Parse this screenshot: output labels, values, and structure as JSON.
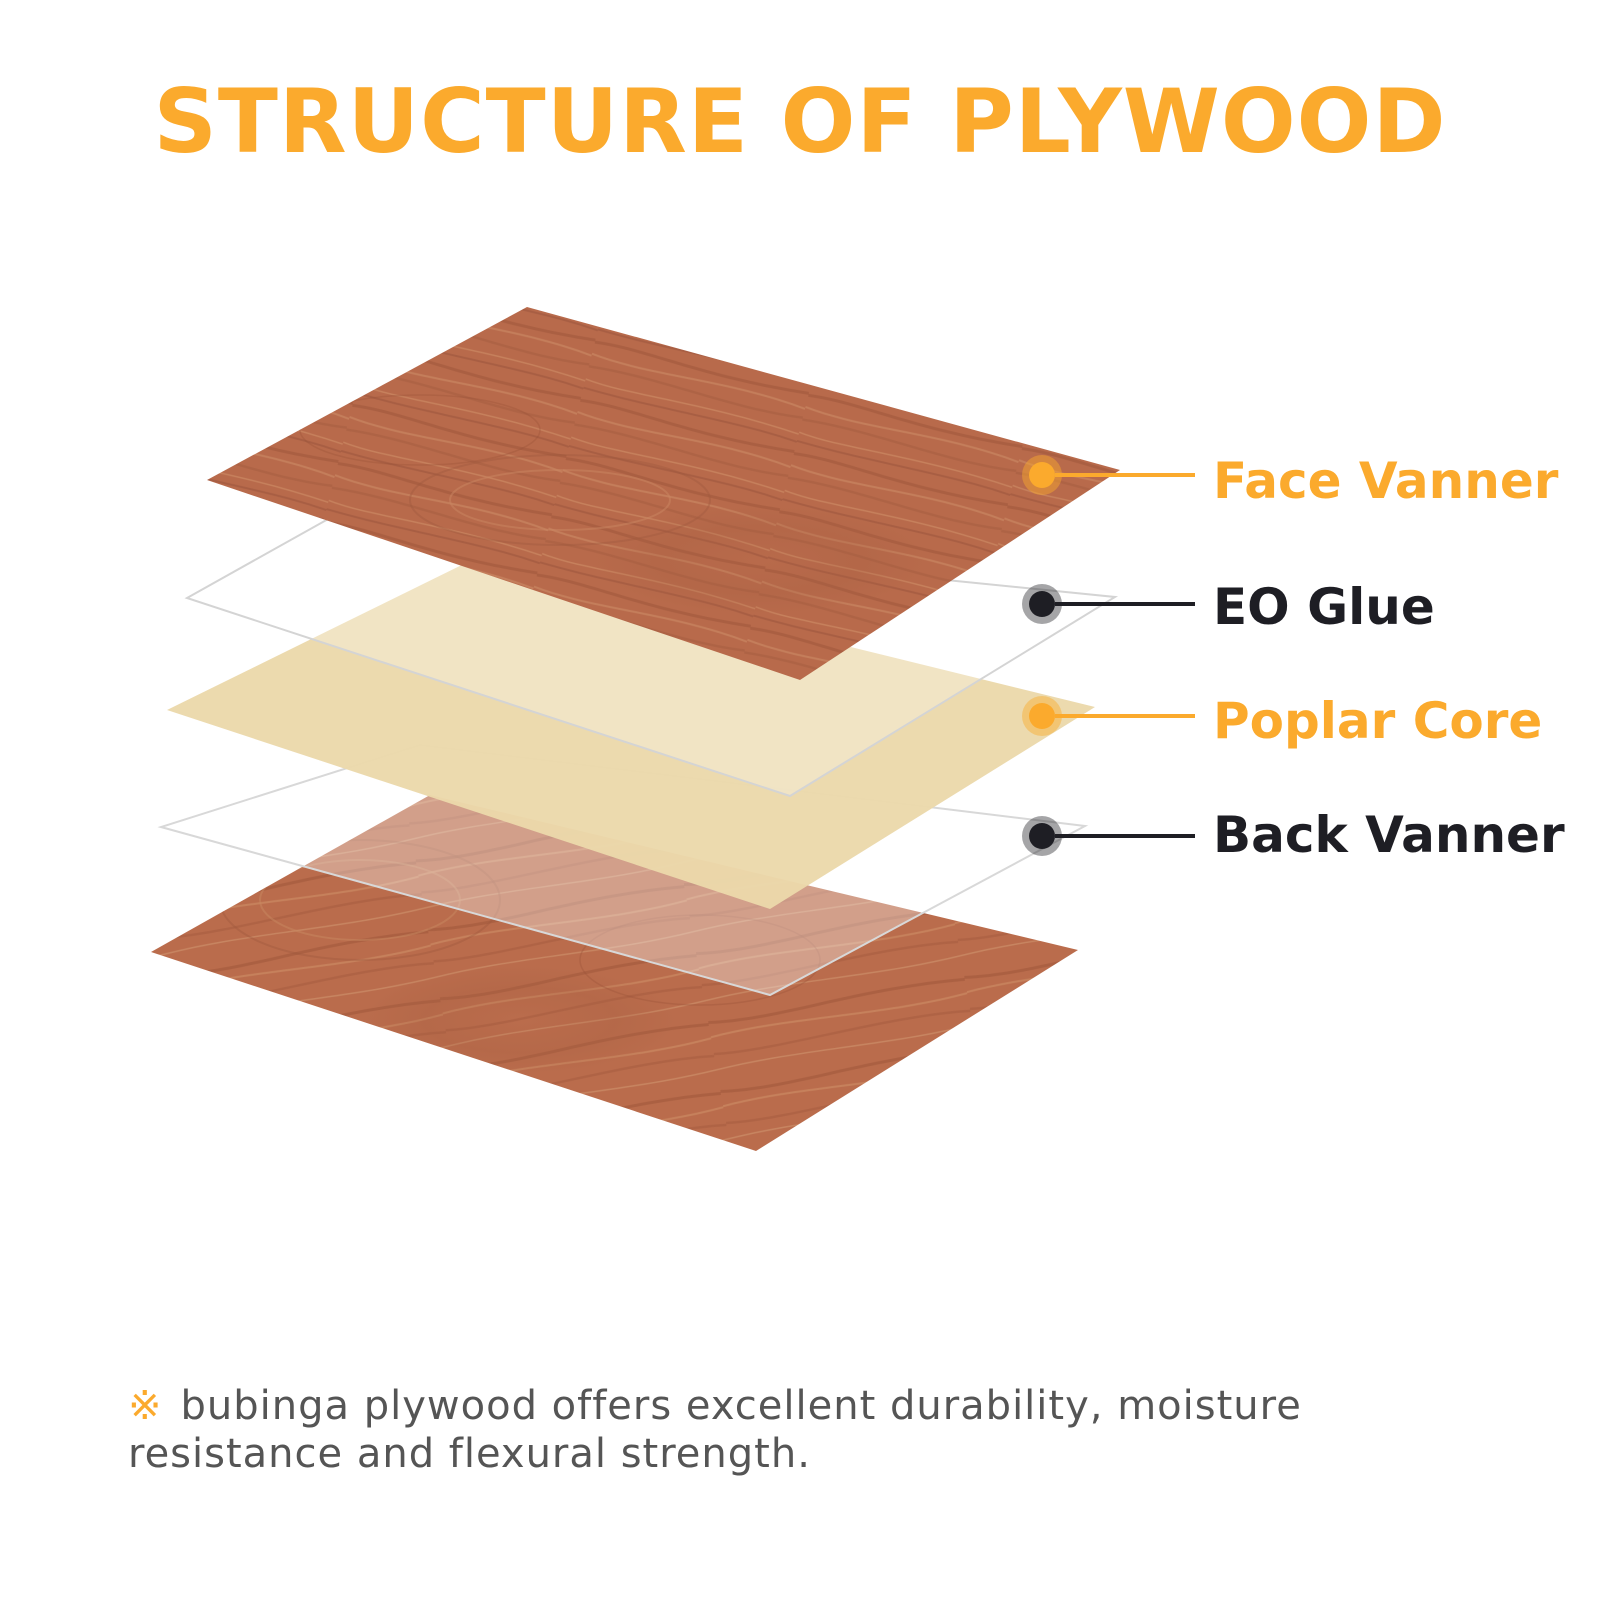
{
  "title": "STRUCTURE OF PLYWOOD",
  "layers": [
    {
      "label": "Face Vanner",
      "color": "#FBAA2D"
    },
    {
      "label": "EO Glue",
      "color": "#1E1E24"
    },
    {
      "label": "Poplar Core",
      "color": "#FBAA2D"
    },
    {
      "label": "Back Vanner",
      "color": "#1E1E24"
    }
  ],
  "note": {
    "mark": "※",
    "text": "bubinga plywood offers excellent durability, moisture resistance and flexural strength."
  },
  "colors": {
    "accent": "#FBAA2D",
    "dark": "#1E1E24",
    "wood": "#B86A4B",
    "core": "#EBD8AB"
  }
}
